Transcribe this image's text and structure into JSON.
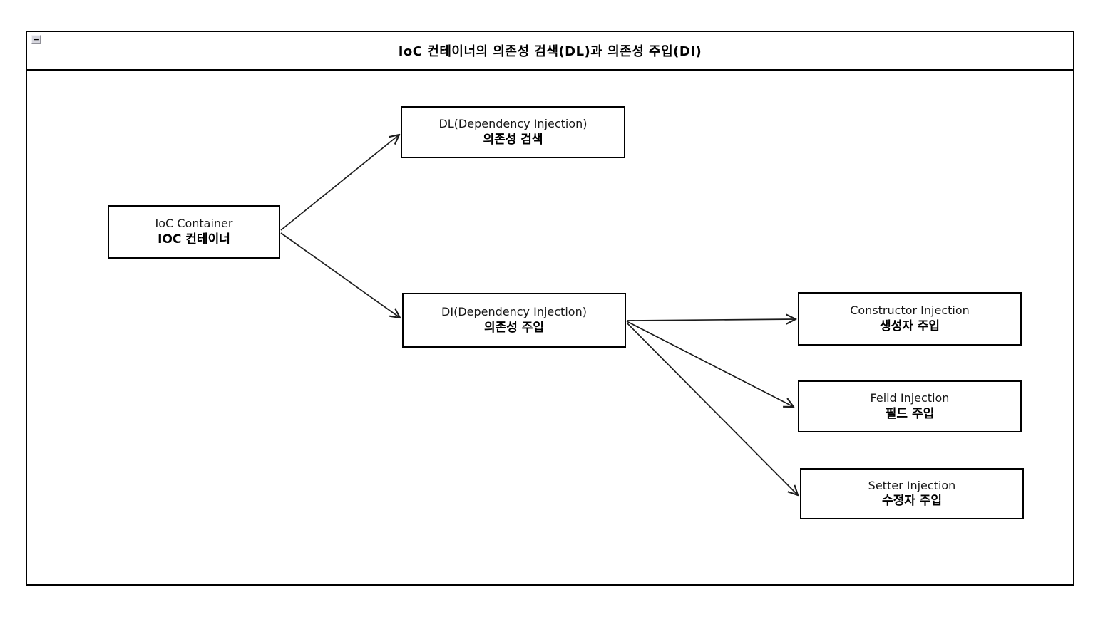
{
  "frame": {
    "title": "IoC 컨테이너의 의존성 검색(DL)과 의존성 주입(DI)",
    "collapse_icon_glyph": "−"
  },
  "nodes": [
    {
      "id": "ioc",
      "line1": "IoC Container",
      "line2": "IOC 컨테이너"
    },
    {
      "id": "dl",
      "line1": "DL(Dependency Injection)",
      "line2": "의존성 검색"
    },
    {
      "id": "di",
      "line1": "DI(Dependency Injection)",
      "line2": "의존성 주입"
    },
    {
      "id": "constructor",
      "line1": "Constructor Injection",
      "line2": "생성자 주입"
    },
    {
      "id": "feild",
      "line1": "Feild Injection",
      "line2": "필드 주입"
    },
    {
      "id": "setter",
      "line1": "Setter Injection",
      "line2": "수정자 주입"
    }
  ],
  "edges": [
    {
      "from": "ioc",
      "to": "dl"
    },
    {
      "from": "ioc",
      "to": "di"
    },
    {
      "from": "di",
      "to": "constructor"
    },
    {
      "from": "di",
      "to": "feild"
    },
    {
      "from": "di",
      "to": "setter"
    }
  ],
  "colors": {
    "stroke": "#000000",
    "background": "#ffffff",
    "collapse_button_fill": "#d7d7df"
  }
}
